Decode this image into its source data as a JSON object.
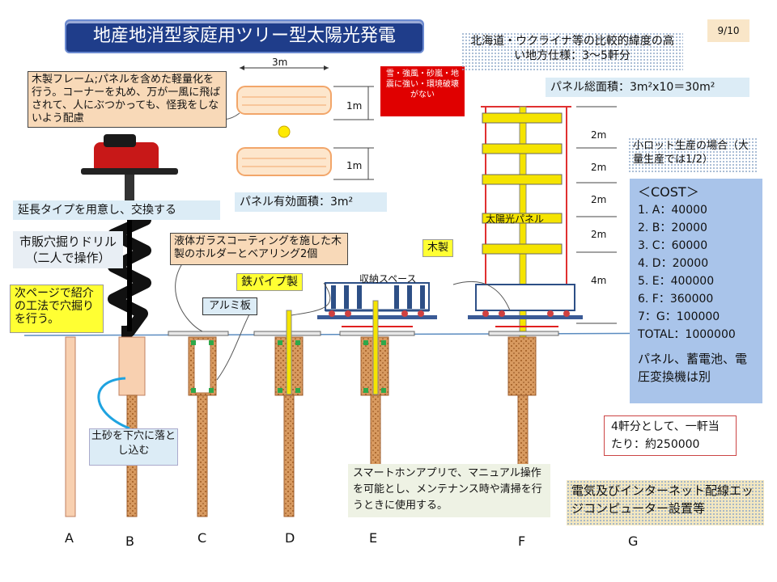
{
  "title": "地産地消型家庭用ツリー型太陽光発電",
  "page_number": "9/10",
  "notes": {
    "wood_frame": "木製フレーム;パネルを含めた軽量化を行う。コーナーを丸め、万が一風に飛ばされて、人にぶつかっても、怪我をしないよう配慮",
    "extension": "延長タイプを用意し、交換する",
    "drill": "市販穴掘りドリル（二人で操作）",
    "next_page": "次ページで紹介の工法で穴掘りを行う。",
    "panel_effective_area": "パネル有効面積：3m²",
    "weather": "雪・強風・砂嵐・地震に強い・環境破壊がない",
    "hokkaido": "北海道・ウクライナ等の比較的緯度の高い地方仕様：3～5軒分",
    "panel_total_area": "パネル総面積：3m²x10＝30m²",
    "lot": "小ロット生産の場合（大量生産では1/2）",
    "glass_coating": "液体ガラスコーティングを施した木製のホルダーとベアリング2個",
    "iron_pipe": "鉄パイプ製",
    "aluminum": "アルミ板",
    "wooden": "木製",
    "storage": "収納スペース",
    "solar_panel": "太陽光パネル",
    "soil": "土砂を下穴に落とし込む",
    "smartphone": "スマートホンアプリで、マニュアル操作を可能とし、メンテナンス時や清掃を行うときに使用する。",
    "per_house": "4軒分として、一軒当たり：約250000",
    "electric": "電気及びインターネット配線エッジコンピューター設置等"
  },
  "dimensions": {
    "width": "3m",
    "panel_h1": "1m",
    "panel_h2": "1m",
    "tree": [
      "2m",
      "2m",
      "2m",
      "2m",
      "4m"
    ]
  },
  "cost": {
    "header": "＜COST＞",
    "items": [
      "1.  A：40000",
      "2.  B：20000",
      "3.  C：60000",
      "4.  D：20000",
      "5.  E：400000",
      "6.  F：360000",
      "7：G：100000",
      "TOTAL：1000000"
    ],
    "footer": "パネル、蓄電池、電圧変換機は別"
  },
  "stages": [
    "A",
    "B",
    "C",
    "D",
    "E",
    "F",
    "G"
  ],
  "colors": {
    "title_bg": "#1f3d8a",
    "cost_bg": "#a9c4ea",
    "pole": "#f5e400",
    "frame": "#e03030"
  }
}
